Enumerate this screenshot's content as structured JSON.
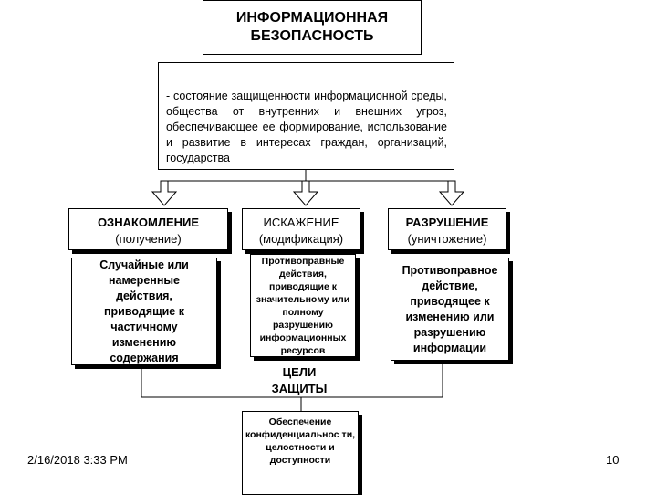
{
  "title": "ИНФОРМАЦИОННАЯ\nБЕЗОПАСНОСТЬ",
  "definition": "- состояние защищенности информационной среды, общества от внутренних и внешних угроз, обеспечивающее ее формирование, использование и развитие в интересах граждан, организаций, государства",
  "categories": [
    {
      "name": "ОЗНАКОМЛЕНИЕ",
      "sub": "(получение)"
    },
    {
      "name": "ИСКАЖЕНИЕ",
      "sub": "(модификация)"
    },
    {
      "name": "РАЗРУШЕНИЕ",
      "sub": "(уничтожение)"
    }
  ],
  "descriptions": [
    "Случайные или намеренные действия, приводящие к частичному изменению содержания",
    "Противоправные действия, приводящие к значительному или полному разрушению информационных ресурсов",
    "Противоправное действие, приводящее к изменению или разрушению информации"
  ],
  "goals": {
    "label": "ЦЕЛИ ЗАЩИТЫ",
    "text": "Обеспечение конфиденциальнос ти, целостности и доступности"
  },
  "footer": {
    "date": "2/16/2018 3:33 PM",
    "page": "10"
  }
}
